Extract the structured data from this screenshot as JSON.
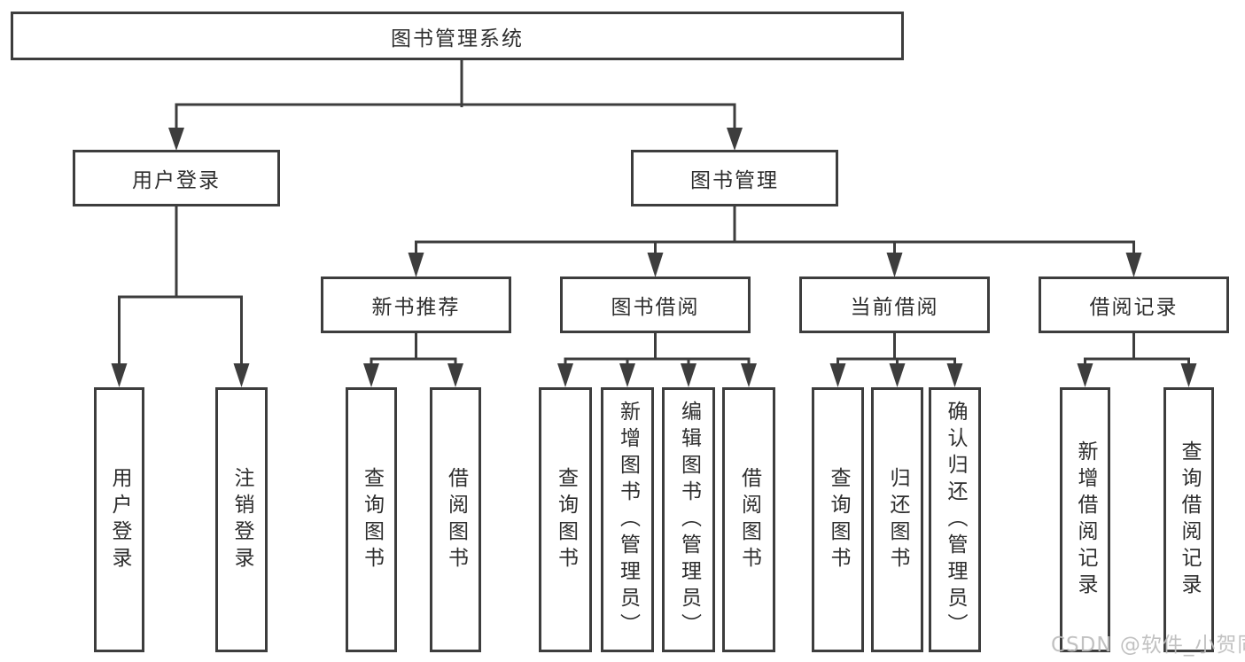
{
  "diagram": {
    "type": "hierarchy-chart",
    "watermark": "CSDN @软件_小贺同学",
    "colors": {
      "line": "#3d3d3d",
      "text": "#2e2e2e",
      "background": "#ffffff",
      "watermark": "#bcbcbc"
    },
    "tree": {
      "label": "图书管理系统",
      "children": [
        {
          "label": "用户登录",
          "children": [
            {
              "label": "用户登录"
            },
            {
              "label": "注销登录"
            }
          ]
        },
        {
          "label": "图书管理",
          "children": [
            {
              "label": "新书推荐",
              "children": [
                {
                  "label": "查询图书"
                },
                {
                  "label": "借阅图书"
                }
              ]
            },
            {
              "label": "图书借阅",
              "children": [
                {
                  "label": "查询图书"
                },
                {
                  "label": "新增图书（管理员）"
                },
                {
                  "label": "编辑图书（管理员）"
                },
                {
                  "label": "借阅图书"
                }
              ]
            },
            {
              "label": "当前借阅",
              "children": [
                {
                  "label": "查询图书"
                },
                {
                  "label": "归还图书"
                },
                {
                  "label": "确认归还（管理员）"
                }
              ]
            },
            {
              "label": "借阅记录",
              "children": [
                {
                  "label": "新增借阅记录"
                },
                {
                  "label": "查询借阅记录"
                }
              ]
            }
          ]
        }
      ]
    }
  }
}
